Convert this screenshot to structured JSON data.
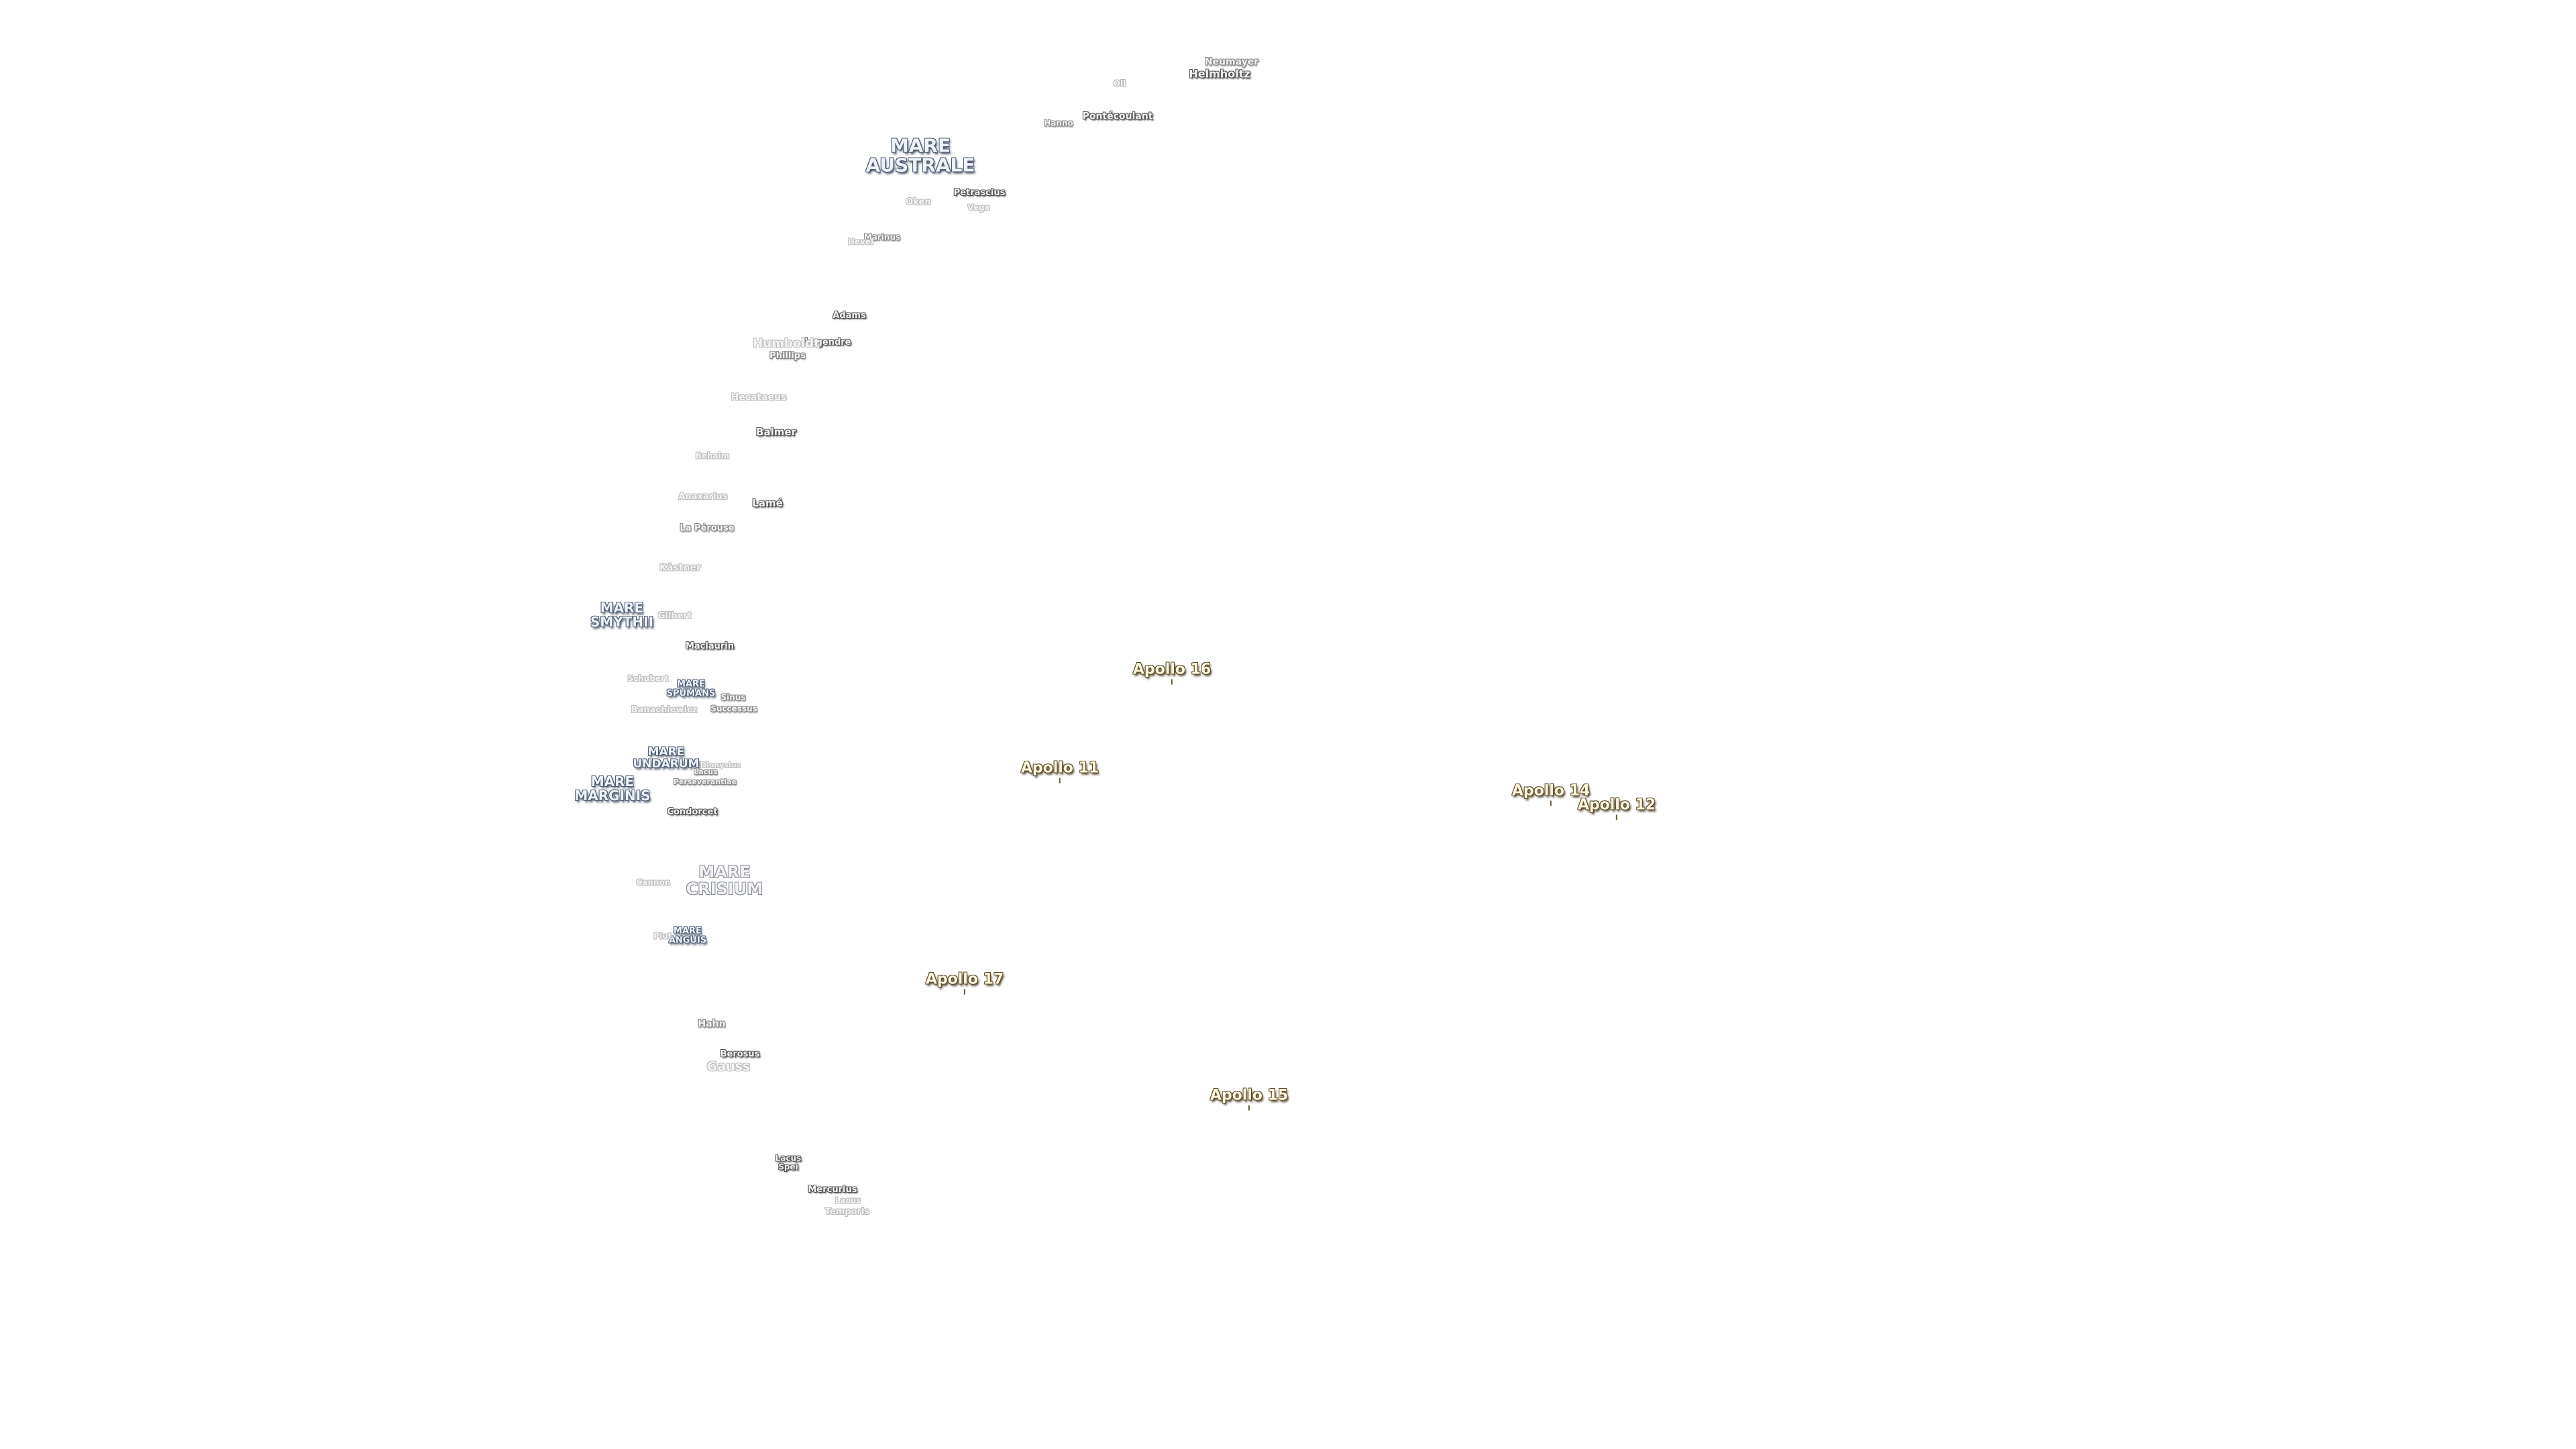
{
  "map": {
    "maria": {
      "australe": "MARE\nAUSTRALE",
      "smythii": "MARE\nSMYTHII",
      "spumans": "MARE\nSPUMANS",
      "undarum": "MARE\nUNDARUM",
      "marginis": "MARE\nMARGINIS",
      "crisium": "MARE\nCRISIUM",
      "anguis": "MARE\nANGUIS"
    },
    "craters": {
      "neumayer": "Neumayer",
      "helmholtz": "Helmholtz",
      "oll": "Oll",
      "pontecoulant": "Pontécoulant",
      "hanno": "Hanno",
      "petrascius": "Petrascius",
      "oken": "Oken",
      "vega": "Vega",
      "marinus": "Marinus",
      "hevel": "Hevel",
      "adams": "Adams",
      "legendre": "Legendre",
      "humboldt": "Humboldt",
      "phillips": "Phillips",
      "hecataeus": "Hecataeus",
      "balmer": "Balmer",
      "behaim": "Behaim",
      "anaxarius": "Anaxarius",
      "lame": "Lamé",
      "la_perouse": "La Pérouse",
      "kastner": "Kästner",
      "gilbert": "Gilbert",
      "maclaurin": "Maclaurin",
      "schubert": "Schubert",
      "sinus": "Sinus",
      "successus": "Successus",
      "banachiewicz": "Banachiewicz",
      "dionysius": "Dionysius",
      "lacus": "Lacus",
      "perseverantiae": "Perseverantiae",
      "condorcet": "Condorcet",
      "cannon": "Cannon",
      "pluto": "Plut",
      "hahn": "Hahn",
      "berosus": "Berosus",
      "gauss": "Gauss",
      "lacus_spei": "Lacus\nSpei",
      "mercurius": "Mercurius",
      "lacus2": "Lacus",
      "temporis": "Temporis"
    },
    "apollo": {
      "a16": "Apollo 16",
      "a11": "Apollo 11",
      "a14": "Apollo 14",
      "a12": "Apollo 12",
      "a17": "Apollo 17",
      "a15": "Apollo 15"
    }
  }
}
